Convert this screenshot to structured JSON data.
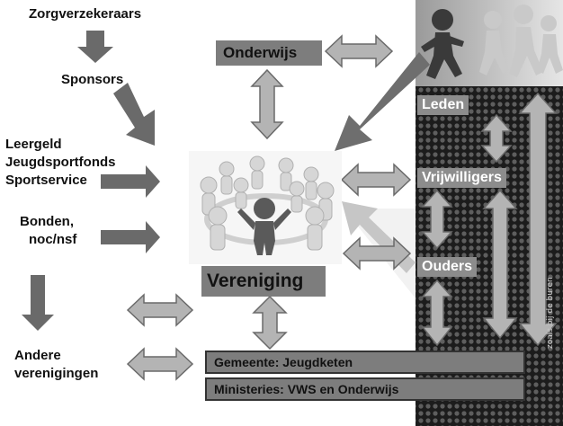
{
  "diagram": {
    "left_items": {
      "zorgverzekeraars": "Zorgverzekeraars",
      "sponsors": "Sponsors",
      "leergeld": "Leergeld",
      "jeugdsportfonds": "Jeugdsportfonds",
      "sportservice": "Sportservice",
      "bonden": "Bonden,",
      "noc_nsf": "noc/nsf",
      "andere": "Andere",
      "verenigingen": "verenigingen"
    },
    "center": {
      "onderwijs": "Onderwijs",
      "vereniging": "Vereniging",
      "gemeente": "Gemeente:  Jeugdketen",
      "ministeries": "Ministeries: VWS en Onderwijs"
    },
    "right_panel": {
      "leden": "Leden",
      "vrijwilligers": "Vrijwilligers",
      "ouders": "Ouders",
      "vertical_caption": "zoals bij de buren"
    },
    "colors": {
      "arrow": "#6a6a6a",
      "double_arrow_fill": "#b4b4b4",
      "box": "#7d7d7d",
      "panel_dark": "#1c1c1c"
    }
  }
}
